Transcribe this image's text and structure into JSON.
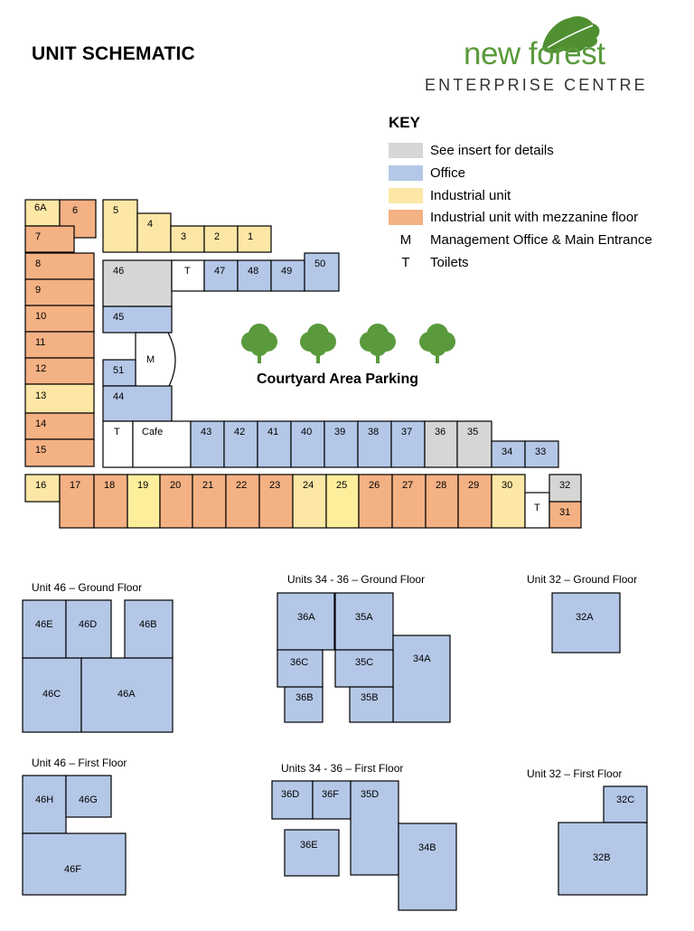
{
  "title": "UNIT SCHEMATIC",
  "brand": {
    "name": "new forest",
    "sub": "ENTERPRISE CENTRE"
  },
  "colors": {
    "grey": "#d6d6d6",
    "office": "#b4c7e7",
    "industrial": "#fde7a6",
    "mezzanine": "#f4b184",
    "yellow": "#fdee9c",
    "white": "#ffffff",
    "tree": "#5a9a3c"
  },
  "key": {
    "title": "KEY",
    "items": [
      {
        "swatch": "grey",
        "label": "See insert for details"
      },
      {
        "swatch": "office",
        "label": "Office"
      },
      {
        "swatch": "industrial",
        "label": "Industrial unit"
      },
      {
        "swatch": "mezzanine",
        "label": "Industrial unit with mezzanine floor"
      },
      {
        "letter": "M",
        "label": "Management Office & Main Entrance"
      },
      {
        "letter": "T",
        "label": "Toilets"
      }
    ]
  },
  "courtyard_label": "Courtyard Area Parking",
  "units": [
    "6A",
    "6",
    "7",
    "8",
    "9",
    "10",
    "11",
    "12",
    "13",
    "14",
    "15",
    "5",
    "4",
    "3",
    "2",
    "1",
    "46",
    "T",
    "47",
    "48",
    "49",
    "50",
    "45",
    "M",
    "51",
    "44",
    "T",
    "Cafe",
    "43",
    "42",
    "41",
    "40",
    "39",
    "38",
    "37",
    "36",
    "35",
    "34",
    "33",
    "16",
    "17",
    "18",
    "19",
    "20",
    "21",
    "22",
    "23",
    "24",
    "25",
    "26",
    "27",
    "28",
    "29",
    "30",
    "T",
    "32",
    "31"
  ],
  "inserts": [
    {
      "title": "Unit 46 – Ground Floor",
      "rooms": [
        "46E",
        "46D",
        "46B",
        "46C",
        "46A"
      ]
    },
    {
      "title": "Units 34 - 36 – Ground Floor",
      "rooms": [
        "36A",
        "35A",
        "34A",
        "36C",
        "35C",
        "36B",
        "35B"
      ]
    },
    {
      "title": "Unit 32 – Ground Floor",
      "rooms": [
        "32A"
      ]
    },
    {
      "title": "Unit 46 – First Floor",
      "rooms": [
        "46H",
        "46G",
        "46F"
      ]
    },
    {
      "title": "Units 34 - 36 – First Floor",
      "rooms": [
        "36D",
        "36F",
        "35D",
        "36E",
        "34B"
      ]
    },
    {
      "title": "Unit 32 – First Floor",
      "rooms": [
        "32C",
        "32B"
      ]
    }
  ]
}
